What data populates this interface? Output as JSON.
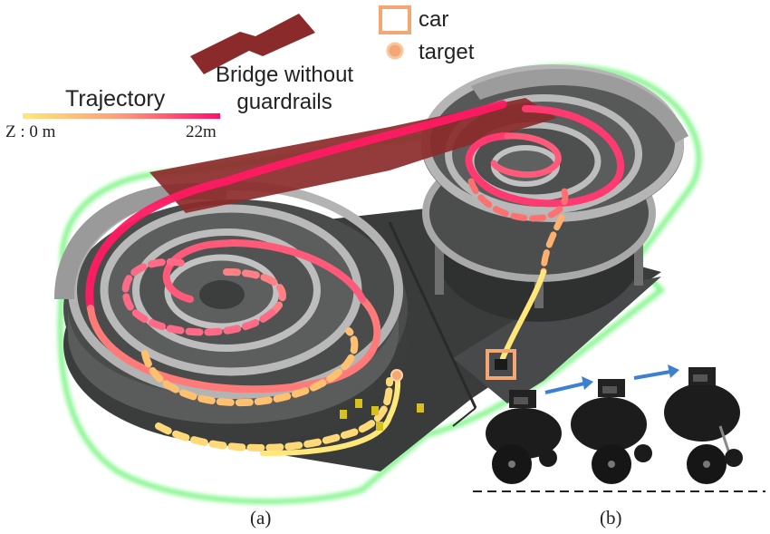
{
  "legend": {
    "car_label": "car",
    "target_label": "target",
    "car_color": "#f2a774",
    "target_color": "#f2a774"
  },
  "bridge": {
    "label_line1": "Bridge without",
    "label_line2": "guardrails",
    "color": "#8b2a2a"
  },
  "trajectory": {
    "title": "Trajectory",
    "z_start": "Z : 0 m",
    "z_end": "22m",
    "gradient": [
      "#ffe77a",
      "#ff9a7a",
      "#ff0f6a"
    ]
  },
  "captions": {
    "a": "(a)",
    "b": "(b)"
  },
  "colors": {
    "track": "#595959",
    "track_edge": "#b0b0b0",
    "floor": "#3a3c3c",
    "glow": "#5ff36a",
    "arrow": "#3f7fd2",
    "robot": "#1c1c1c",
    "cone": "#d6c11f"
  },
  "icons": [
    "bridge-zigzag-icon",
    "car-square-icon",
    "target-dot-icon",
    "arrow-right-icon"
  ]
}
